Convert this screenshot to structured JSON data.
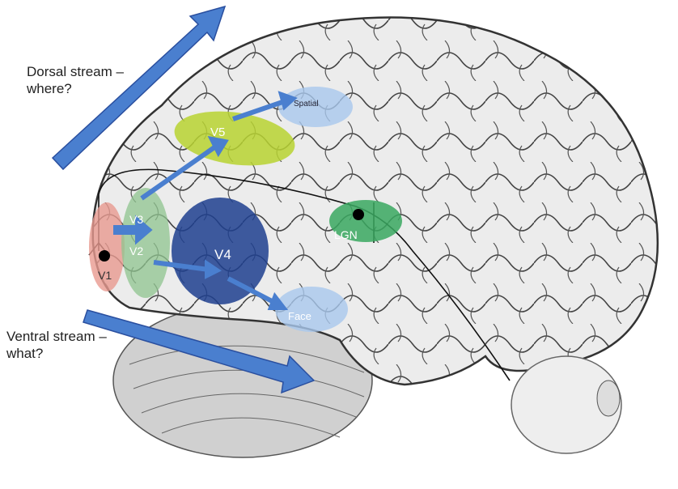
{
  "title": "Visual processing pathways of the brain",
  "dorsal": {
    "line1": "Dorsal stream –",
    "line2": "where?"
  },
  "ventral": {
    "line1": "Ventral stream –",
    "line2": "what?"
  },
  "regions": {
    "v1": "V1",
    "v2": "V2",
    "v3": "V3",
    "v4": "V4",
    "v5": "V5",
    "lgn": "LGN",
    "spatial": "Spatial",
    "face": "Face"
  },
  "colors": {
    "arrow": "#4a7fcf",
    "v1": "#e89a90",
    "v23": "#8fc48f",
    "v4": "#1f3f8f",
    "v5": "#b8d431",
    "lgn": "#3aa860",
    "target": "#a9c8ee",
    "brain": "#e6e6e6"
  }
}
